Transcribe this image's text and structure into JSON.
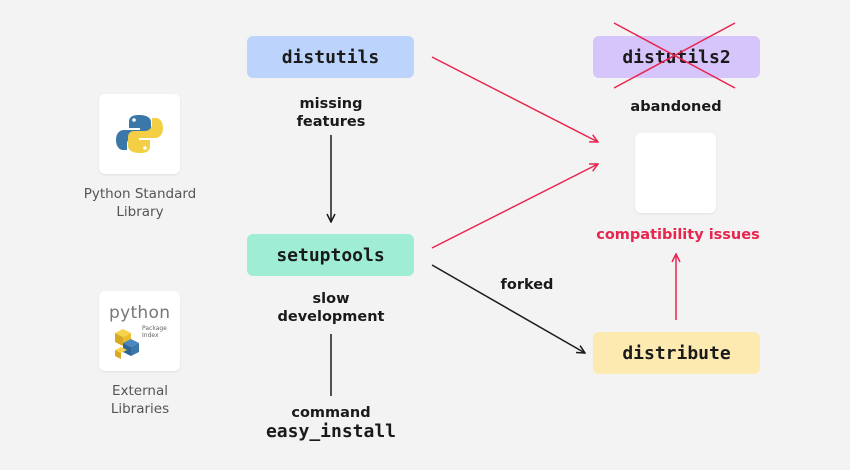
{
  "colors": {
    "background": "#f3f3f3",
    "distutils": "#bcd4fb",
    "setuptools": "#9eedd4",
    "distutils2": "#d6c5fb",
    "distribute": "#fdeab1",
    "red": "#e8254f",
    "black": "#1a1a1a"
  },
  "left_panel": {
    "stdlib": {
      "icon": "python-logo-icon",
      "caption": "Python Standard Library"
    },
    "pypi": {
      "icon": "pypi-logo-icon",
      "logo_text": "python",
      "logo_sub": "Package Index",
      "caption": "External Libraries"
    }
  },
  "nodes": {
    "distutils": "distutils",
    "setuptools": "setuptools",
    "distutils2": "distutils2",
    "distribute": "distribute",
    "easy_install": "easy_install"
  },
  "labels": {
    "missing_features": "missing features",
    "slow_development": "slow development",
    "command": "command",
    "abandoned": "abandoned",
    "forked": "forked",
    "compatibility_issues": "compatibility issues"
  }
}
